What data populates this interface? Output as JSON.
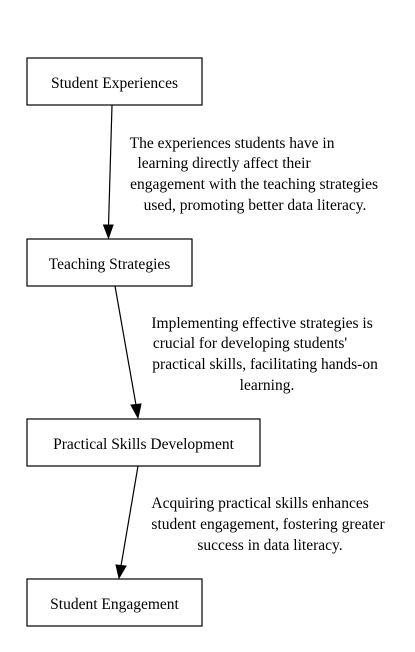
{
  "nodes": [
    {
      "id": "student_experiences",
      "label": "Student Experiences"
    },
    {
      "id": "teaching_strategies",
      "label": "Teaching Strategies"
    },
    {
      "id": "practical_skills",
      "label": "Practical Skills Development"
    },
    {
      "id": "student_engagement",
      "label": "Student Engagement"
    }
  ],
  "edges": [
    {
      "from": "student_experiences",
      "to": "teaching_strategies",
      "label_lines": [
        "The experiences students have in",
        "learning directly affect their",
        "engagement with the teaching strategies",
        "used, promoting better data literacy."
      ]
    },
    {
      "from": "teaching_strategies",
      "to": "practical_skills",
      "label_lines": [
        "Implementing effective strategies is",
        "crucial for developing students'",
        "practical skills, facilitating hands-on",
        "learning."
      ]
    },
    {
      "from": "practical_skills",
      "to": "student_engagement",
      "label_lines": [
        "Acquiring practical skills enhances",
        "student engagement, fostering greater",
        "success in data literacy."
      ]
    }
  ]
}
